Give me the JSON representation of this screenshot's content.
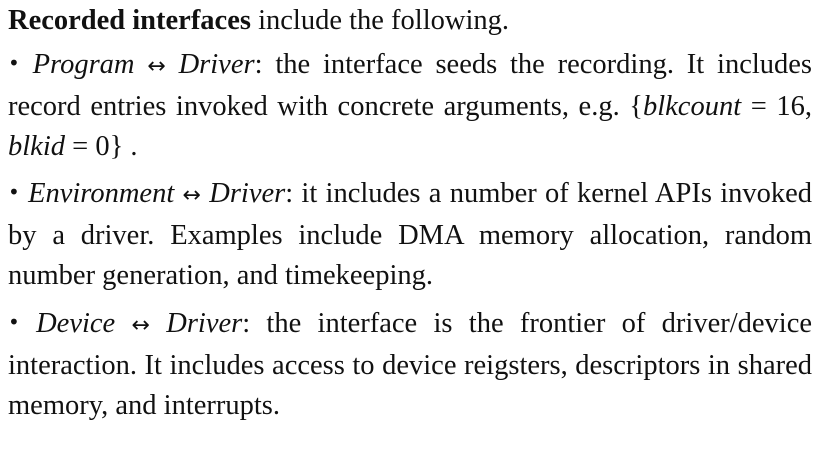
{
  "intro": {
    "heading": "Recorded interfaces",
    "rest": " include the following."
  },
  "items": [
    {
      "bullet": "•",
      "from": "Program",
      "arrow": "↔",
      "to": "Driver",
      "text_a": ": the interface seeds the recording. It includes record entries invoked with concrete arguments, e.g. ",
      "math": {
        "open": "{",
        "var1": "blkcount",
        "eq1": " = 16, ",
        "var2": "blkid",
        "eq2": " = 0",
        "close": "}"
      },
      "text_b": " ."
    },
    {
      "bullet": "•",
      "from": "Environment",
      "arrow": "↔",
      "to": "Driver",
      "text": ": it includes a number of kernel APIs invoked by a driver. Examples include DMA memory allocation, random number generation, and timekeeping."
    },
    {
      "bullet": "•",
      "from": "Device",
      "arrow": "↔",
      "to": "Driver",
      "text": ": the interface is the frontier of driver/device interaction. It includes access to device reigsters, descriptors in shared memory, and interrupts."
    }
  ]
}
